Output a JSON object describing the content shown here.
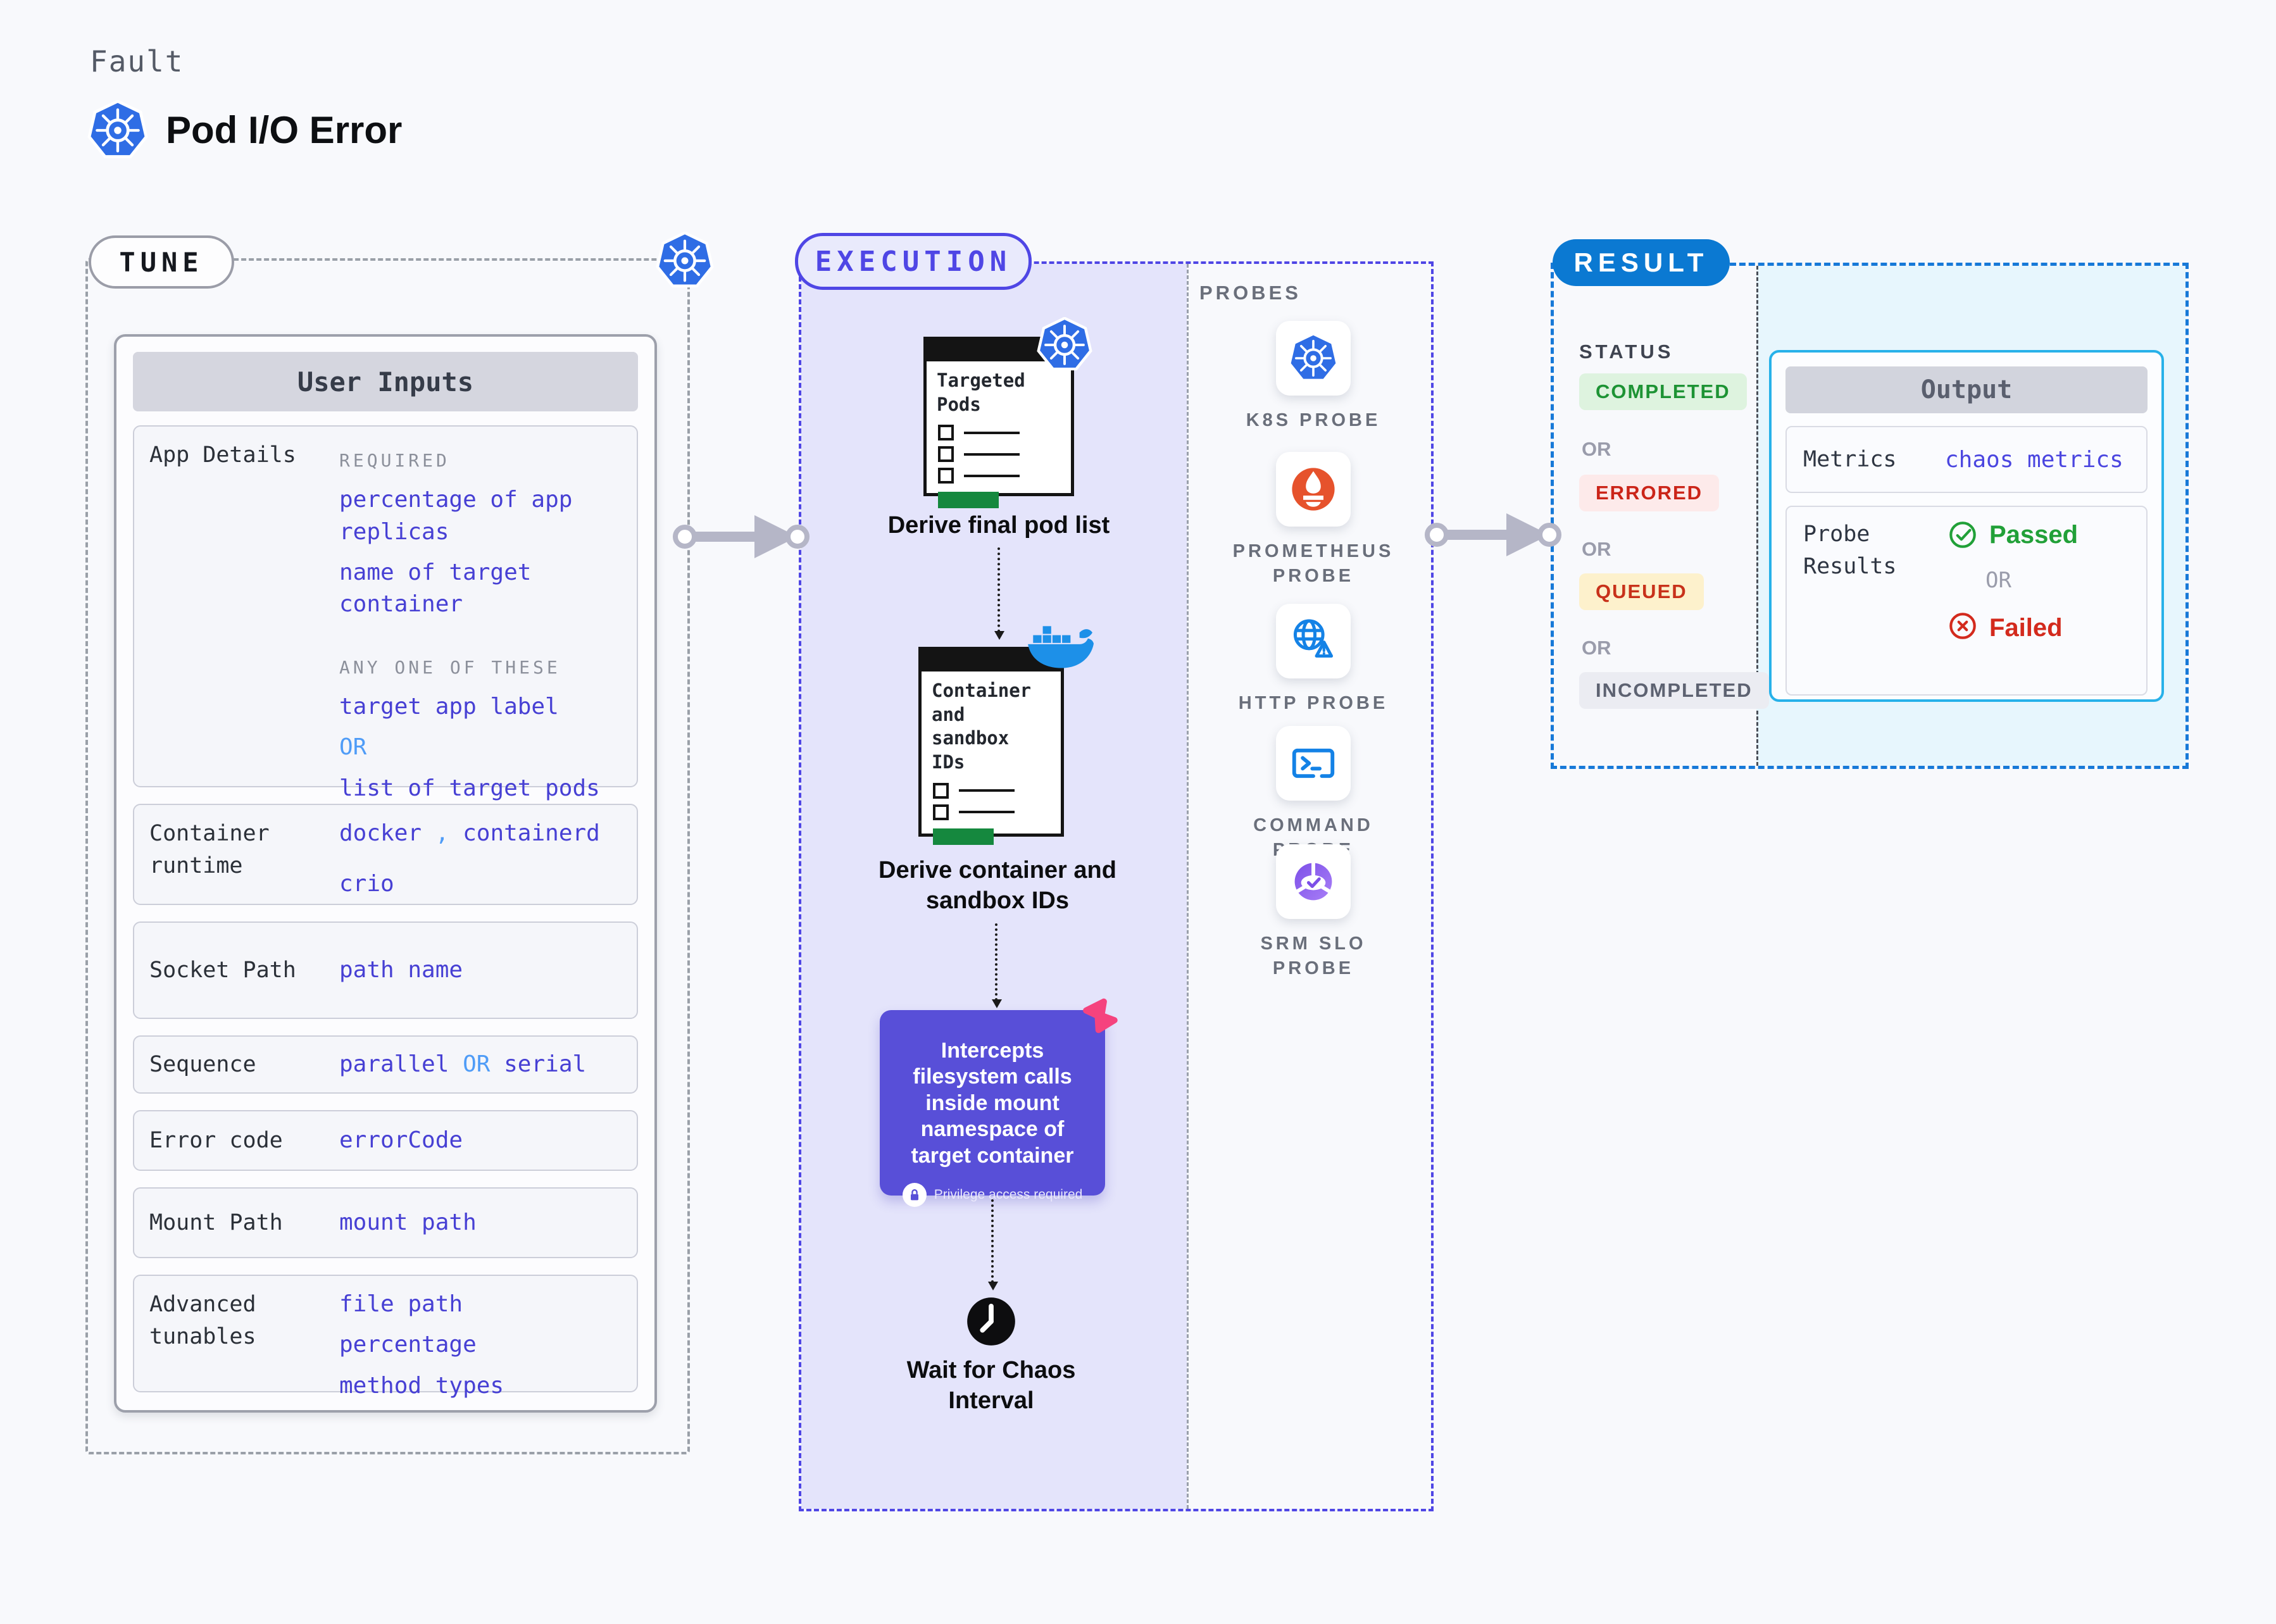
{
  "header": {
    "eyebrow": "Fault",
    "title": "Pod I/O Error",
    "icon": "kubernetes-logo"
  },
  "colors": {
    "accent_indigo": "#4f46e5",
    "value_indigo": "#4740d4",
    "value_blue": "#4f9cf7",
    "result_blue": "#0b79d2",
    "output_border_cyan": "#27b1e9",
    "execution_fill": "#e4e4fb",
    "result_fill": "#e7f6fd",
    "passed_green": "#21a038",
    "failed_red": "#d32a1d",
    "completed_bg": "#def3df",
    "completed_fg": "#1d9334",
    "errored_bg": "#fdeaea",
    "errored_fg": "#cb2418",
    "queued_bg": "#fdf1cc",
    "queued_fg": "#c8311a",
    "incompleted_bg": "#ebecf2",
    "incompleted_fg": "#5d6271",
    "doc_green_bar": "#15883e",
    "purple_box": "#584fd8",
    "pink_icon": "#f5437e"
  },
  "tune": {
    "pill": "TUNE",
    "panel_title": "User Inputs",
    "rows": [
      {
        "label": "App Details",
        "sections": [
          {
            "heading": "REQUIRED",
            "values": [
              "percentage of app replicas",
              "name of target container"
            ]
          },
          {
            "heading": "ANY ONE OF THESE",
            "values": [
              "target app label",
              "OR",
              "list of target pods"
            ]
          }
        ]
      },
      {
        "label": "Container runtime",
        "value_parts": [
          "docker",
          ",",
          "containerd"
        ],
        "value2": "crio"
      },
      {
        "label": "Socket Path",
        "value": "path name"
      },
      {
        "label": "Sequence",
        "value_parts": [
          "parallel",
          "OR",
          "serial"
        ]
      },
      {
        "label": "Error code",
        "value": "errorCode"
      },
      {
        "label": "Mount Path",
        "value": "mount path"
      },
      {
        "label": "Advanced tunables",
        "values": [
          "file path",
          "percentage",
          "method types"
        ]
      }
    ]
  },
  "execution": {
    "pill": "EXECUTION",
    "targeted_pods_card": {
      "title": "Targeted Pods",
      "icon": "kubernetes-logo"
    },
    "container_ids_card": {
      "title": "Container and sandbox IDs",
      "icon": "docker-logo"
    },
    "caption_pod_list": "Derive final pod list",
    "caption_ids": "Derive container and sandbox IDs",
    "intercept_text": "Intercepts filesystem calls inside mount namespace of target container",
    "privilege_note": "Privilege access required",
    "wait_caption": "Wait for Chaos Interval"
  },
  "probes": {
    "label": "PROBES",
    "items": [
      {
        "name": "K8S PROBE",
        "icon": "kubernetes-logo"
      },
      {
        "name": "PROMETHEUS PROBE",
        "icon": "prometheus-logo"
      },
      {
        "name": "HTTP PROBE",
        "icon": "globe-alert-icon"
      },
      {
        "name": "COMMAND PROBE",
        "icon": "terminal-icon"
      },
      {
        "name": "SRM SLO PROBE",
        "icon": "slo-donut-icon"
      }
    ]
  },
  "result": {
    "pill": "RESULT",
    "status_label": "STATUS",
    "or_label": "OR",
    "statuses": [
      {
        "label": "COMPLETED"
      },
      {
        "label": "ERRORED"
      },
      {
        "label": "QUEUED"
      },
      {
        "label": "INCOMPLETED"
      }
    ],
    "output": {
      "title": "Output",
      "metrics_label": "Metrics",
      "metrics_value": "chaos metrics",
      "probe_results_label": "Probe Results",
      "passed": "Passed",
      "or": "OR",
      "failed": "Failed"
    }
  }
}
